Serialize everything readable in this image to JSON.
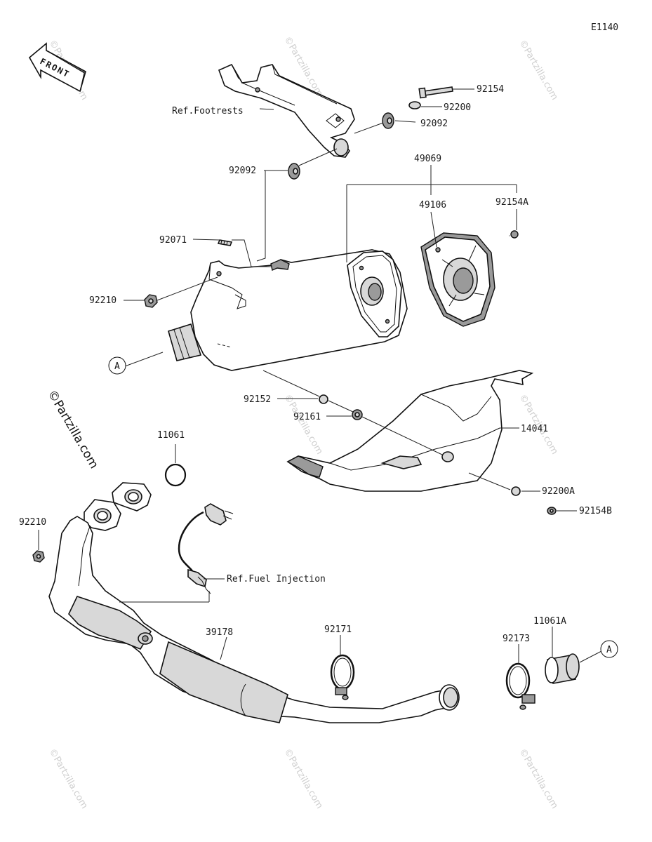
{
  "diagram_code": "E1140",
  "front_label": "FRONT",
  "watermark": "©Partzilla.com",
  "callout_letter": "A",
  "labels": {
    "ref_footrests": "Ref.Footrests",
    "ref_fuel_injection": "Ref.Fuel Injection",
    "p92154": "92154",
    "p92200": "92200",
    "p92092_right": "92092",
    "p92092_left": "92092",
    "p49069": "49069",
    "p49106": "49106",
    "p92154A": "92154A",
    "p92071": "92071",
    "p92210_top": "92210",
    "p92152": "92152",
    "p92161": "92161",
    "p14041": "14041",
    "p11061": "11061",
    "p92200A": "92200A",
    "p92154B": "92154B",
    "p92210_left": "92210",
    "p39178": "39178",
    "p92171": "92171",
    "p92173": "92173",
    "p11061A": "11061A"
  }
}
